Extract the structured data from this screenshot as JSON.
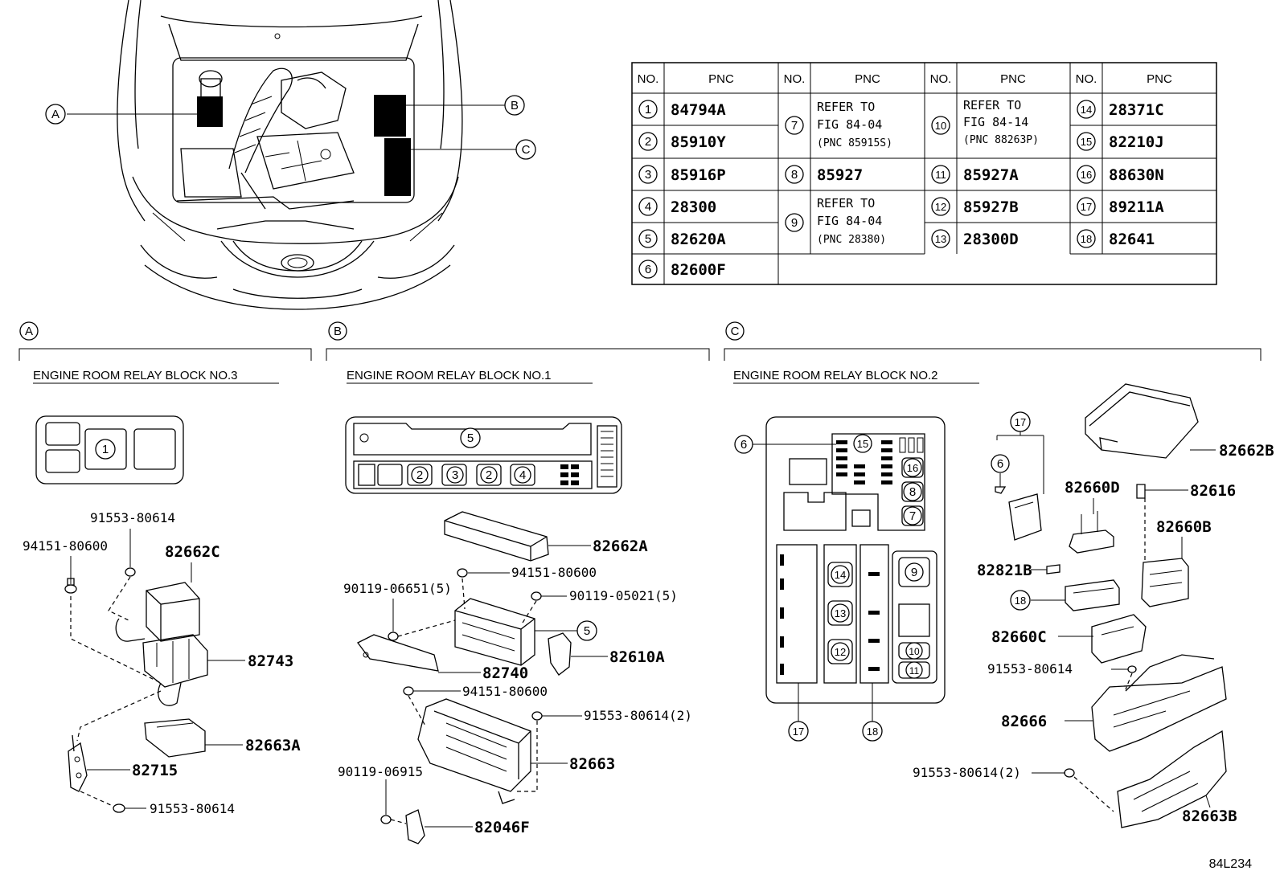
{
  "engine_callouts": [
    "A",
    "B",
    "C"
  ],
  "table": {
    "header_no": "NO.",
    "header_pnc": "PNC",
    "col1": [
      {
        "no": "1",
        "pnc": "84794A"
      },
      {
        "no": "2",
        "pnc": "85910Y"
      },
      {
        "no": "3",
        "pnc": "85916P"
      },
      {
        "no": "4",
        "pnc": "28300"
      },
      {
        "no": "5",
        "pnc": "82620A"
      },
      {
        "no": "6",
        "pnc": "82600F"
      }
    ],
    "col2": [
      {
        "no": "7",
        "lines": [
          "REFER TO",
          "FIG 84-04",
          "(PNC 85915S)"
        ]
      },
      {
        "no": "8",
        "pnc": "85927"
      },
      {
        "no": "9",
        "lines": [
          "REFER TO",
          "FIG 84-04",
          "(PNC 28380)"
        ]
      }
    ],
    "col3": [
      {
        "no": "10",
        "lines": [
          "REFER TO",
          "FIG 84-14",
          "(PNC 88263P)"
        ]
      },
      {
        "no": "11",
        "pnc": "85927A"
      },
      {
        "no": "12",
        "pnc": "85927B"
      },
      {
        "no": "13",
        "pnc": "28300D"
      }
    ],
    "col4": [
      {
        "no": "14",
        "pnc": "28371C"
      },
      {
        "no": "15",
        "pnc": "82210J"
      },
      {
        "no": "16",
        "pnc": "88630N"
      },
      {
        "no": "17",
        "pnc": "89211A"
      },
      {
        "no": "18",
        "pnc": "82641"
      }
    ]
  },
  "sections": {
    "a": {
      "letter": "A",
      "title": "ENGINE ROOM RELAY BLOCK NO.3"
    },
    "b": {
      "letter": "B",
      "title": "ENGINE ROOM RELAY BLOCK NO.1"
    },
    "c": {
      "letter": "C",
      "title": "ENGINE ROOM RELAY BLOCK NO.2"
    }
  },
  "parts_a": {
    "p1": "91553-80614",
    "p2": "94151-80600",
    "p3": "82662C",
    "p4": "82743",
    "p5": "82663A",
    "p6": "82715",
    "p7": "91553-80614",
    "top_circle": "1"
  },
  "parts_b": {
    "p1": "82662A",
    "p2": "94151-80600",
    "p3": "90119-06651(5)",
    "p4": "90119-05021(5)",
    "p5": "82610A",
    "p6": "82740",
    "p7": "94151-80600",
    "p8": "91553-80614(2)",
    "p9": "82663",
    "p10": "90119-06915",
    "p11": "82046F",
    "c5": "5",
    "top_c5": "5",
    "top_c2a": "2",
    "top_c3": "3",
    "top_c2b": "2",
    "top_c4": "4"
  },
  "parts_c": {
    "p1": "82662B",
    "p2": "82660D",
    "p3": "82616",
    "p4": "82660B",
    "p5": "82821B",
    "p6": "82660C",
    "p7": "91553-80614",
    "p8": "82666",
    "p9": "91553-80614(2)",
    "p10": "82663B",
    "c17": "17",
    "c6": "6",
    "c18": "18",
    "l6": "6",
    "l15": "15",
    "l16": "16",
    "l8": "8",
    "l7": "7",
    "l14": "14",
    "l13": "13",
    "l12": "12",
    "l9": "9",
    "l10": "10",
    "l11": "11",
    "l17": "17",
    "l18": "18"
  },
  "figure_code": "84L234"
}
